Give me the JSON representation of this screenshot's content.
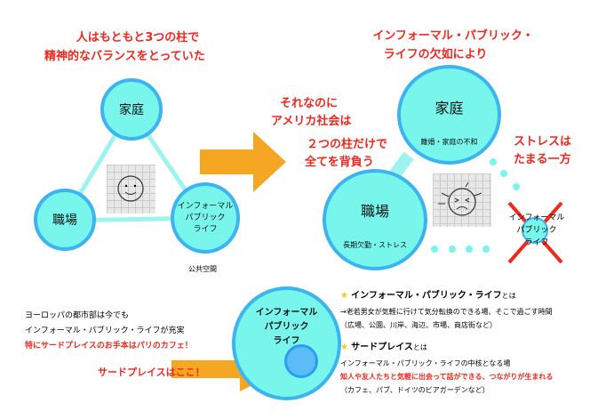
{
  "left": {
    "title_line1": "人はもともと3つの柱で",
    "title_line2": "精神的なバランスをとっていた",
    "family": "家庭",
    "work": "職場",
    "informal_line1": "インフォーマル",
    "informal_line2": "パブリック",
    "informal_line3": "ライフ",
    "public_space": "公共空間"
  },
  "middle": {
    "line1": "それなのに",
    "line2": "アメリカ社会は",
    "line3": "２つの柱だけで",
    "line4": "全てを背負う"
  },
  "right": {
    "title_line1": "インフォーマル・パブリック・",
    "title_line2": "ライフの欠如により",
    "family": "家庭",
    "family_sub": "離婚・家庭の不和",
    "work": "職場",
    "work_sub": "長期欠勤・ストレス",
    "stress_line1": "ストレスは",
    "stress_line2": "たまる一方",
    "crossed_line1": "インフォーマル",
    "crossed_line2": "パブリック",
    "crossed_line3": "ライフ"
  },
  "bottom": {
    "europe_line1": "ヨーロッパの都市部は今でも",
    "europe_line2": "インフォーマル・パブリック・ライフが充実",
    "europe_line3": "特にサードプレイスのお手本はパリのカフェ！",
    "circle_line1": "インフォーマル",
    "circle_line2": "パブリック",
    "circle_line3": "ライフ",
    "third_place_here": "サードプレイスはここ！",
    "def1_title": "インフォーマル・パブリック・ライフ",
    "def1_suffix": "とは",
    "def1_line1": "→老若男女が気軽に行けて気分転換のできる場、そこで過ごす時間",
    "def1_line2": "（広場、公園、川岸、海辺、市場、商店街など）",
    "def2_title": "サードプレイス",
    "def2_suffix": "とは",
    "def2_line1": "インフォーマル・パブリック・ライフの中核となる場",
    "def2_line2": "知人や友人たちと気軽に出会って話ができる、つながりが生まれる",
    "def2_line3": "（カフェ、パブ、ドイツのビアガーデンなど）"
  },
  "colors": {
    "red": "#f0281e",
    "orange": "#f5a623",
    "cyan": "#78f6ec",
    "blue": "#3cb4f0"
  }
}
